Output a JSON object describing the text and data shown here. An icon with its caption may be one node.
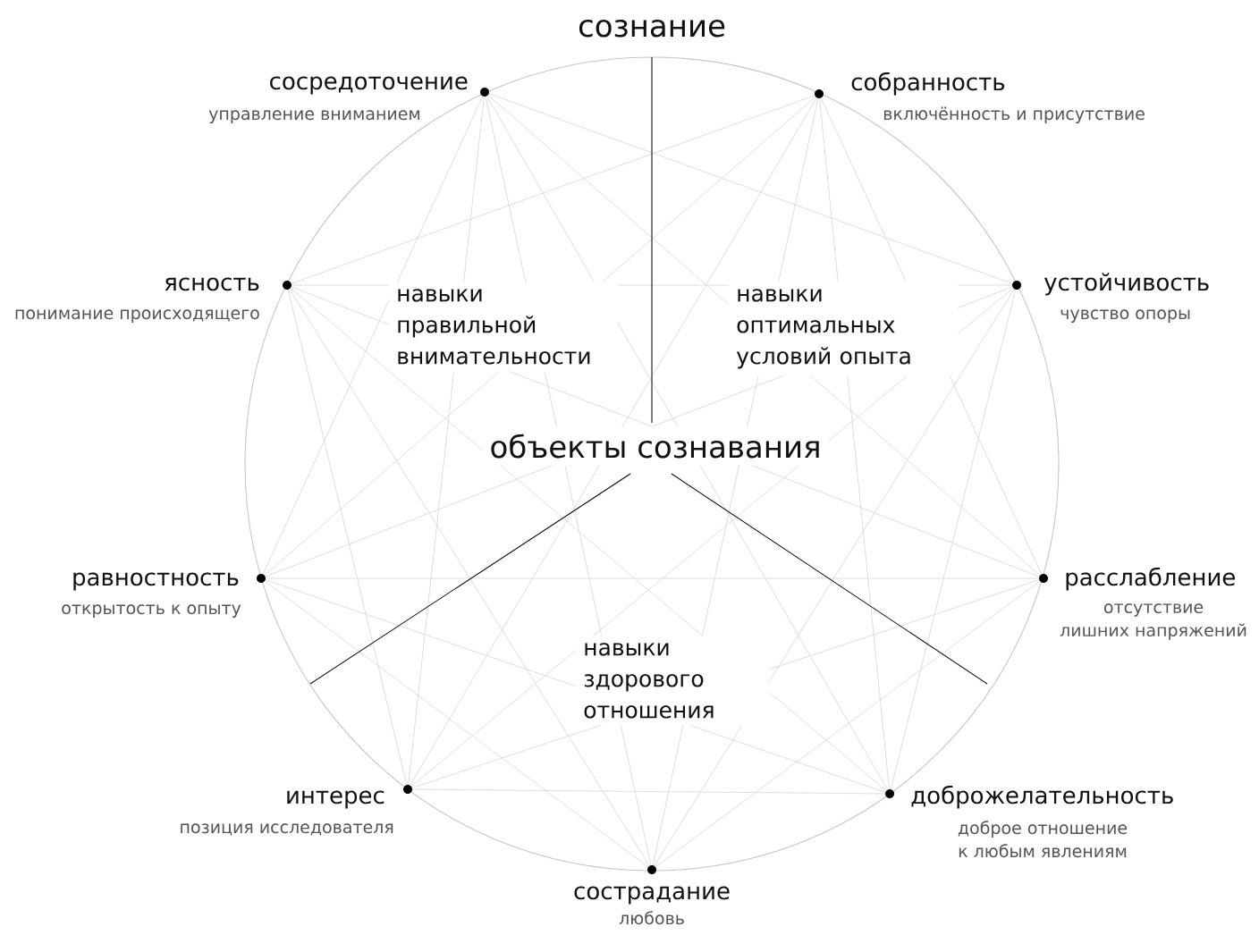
{
  "diagram": {
    "title": "сознание",
    "nodes": [
      {
        "text": [],
        "shape": "circle",
        "beside": [
          "сосредоточение",
          "управление вниманием"
        ]
      },
      {
        "text": [],
        "shape": "circle",
        "beside": [
          "собранность",
          "включённость и присутствие"
        ]
      },
      {
        "text": [],
        "shape": "circle",
        "beside": [
          "ясность",
          "понимание происходящего"
        ]
      },
      {
        "text": [],
        "shape": "circle",
        "beside": [
          "устойчивость",
          "чувство опоры"
        ]
      },
      {
        "text": [],
        "shape": "circle",
        "beside": [
          "равностность",
          "открытость к опыту"
        ]
      },
      {
        "text": [],
        "shape": "circle",
        "beside": [
          "расслабление",
          "отсутствие лишних напряжений"
        ]
      },
      {
        "text": [],
        "shape": "circle",
        "beside": [
          "интерес",
          "позиция исследователя"
        ]
      },
      {
        "text": [],
        "shape": "circle",
        "beside": [
          "доброжелательность",
          "доброе отношение к любым явлениям"
        ]
      },
      {
        "text": [],
        "shape": "circle",
        "beside": [
          "сострадание",
          "любовь"
        ]
      }
    ],
    "edges": [
      {
        "from": 0,
        "to": 3,
        "arrow": "none"
      },
      {
        "from": 0,
        "to": 4,
        "arrow": "none"
      },
      {
        "from": 0,
        "to": 5,
        "arrow": "none"
      },
      {
        "from": 0,
        "to": 6,
        "arrow": "none"
      },
      {
        "from": 0,
        "to": 7,
        "arrow": "none"
      },
      {
        "from": 0,
        "to": 8,
        "arrow": "none"
      },
      {
        "from": 1,
        "to": 2,
        "arrow": "none"
      },
      {
        "from": 1,
        "to": 4,
        "arrow": "none"
      },
      {
        "from": 1,
        "to": 5,
        "arrow": "none"
      },
      {
        "from": 1,
        "to": 6,
        "arrow": "none"
      },
      {
        "from": 1,
        "to": 7,
        "arrow": "none"
      },
      {
        "from": 1,
        "to": 8,
        "arrow": "none"
      },
      {
        "from": 2,
        "to": 3,
        "arrow": "none"
      },
      {
        "from": 2,
        "to": 5,
        "arrow": "none"
      },
      {
        "from": 2,
        "to": 6,
        "arrow": "none"
      },
      {
        "from": 2,
        "to": 7,
        "arrow": "none"
      },
      {
        "from": 2,
        "to": 8,
        "arrow": "none"
      },
      {
        "from": 3,
        "to": 4,
        "arrow": "none"
      },
      {
        "from": 3,
        "to": 6,
        "arrow": "none"
      },
      {
        "from": 3,
        "to": 7,
        "arrow": "none"
      },
      {
        "from": 3,
        "to": 8,
        "arrow": "none"
      },
      {
        "from": 4,
        "to": 5,
        "arrow": "none"
      },
      {
        "from": 4,
        "to": 7,
        "arrow": "none"
      },
      {
        "from": 4,
        "to": 8,
        "arrow": "none"
      },
      {
        "from": 5,
        "to": 6,
        "arrow": "none"
      },
      {
        "from": 5,
        "to": 8,
        "arrow": "none"
      },
      {
        "from": 6,
        "to": 7,
        "arrow": "none"
      }
    ],
    "labels": [
      "навыки правильной внимательности",
      "навыки оптимальных условий опыта",
      "объекты сознавания",
      "навыки здорового отношения"
    ]
  }
}
